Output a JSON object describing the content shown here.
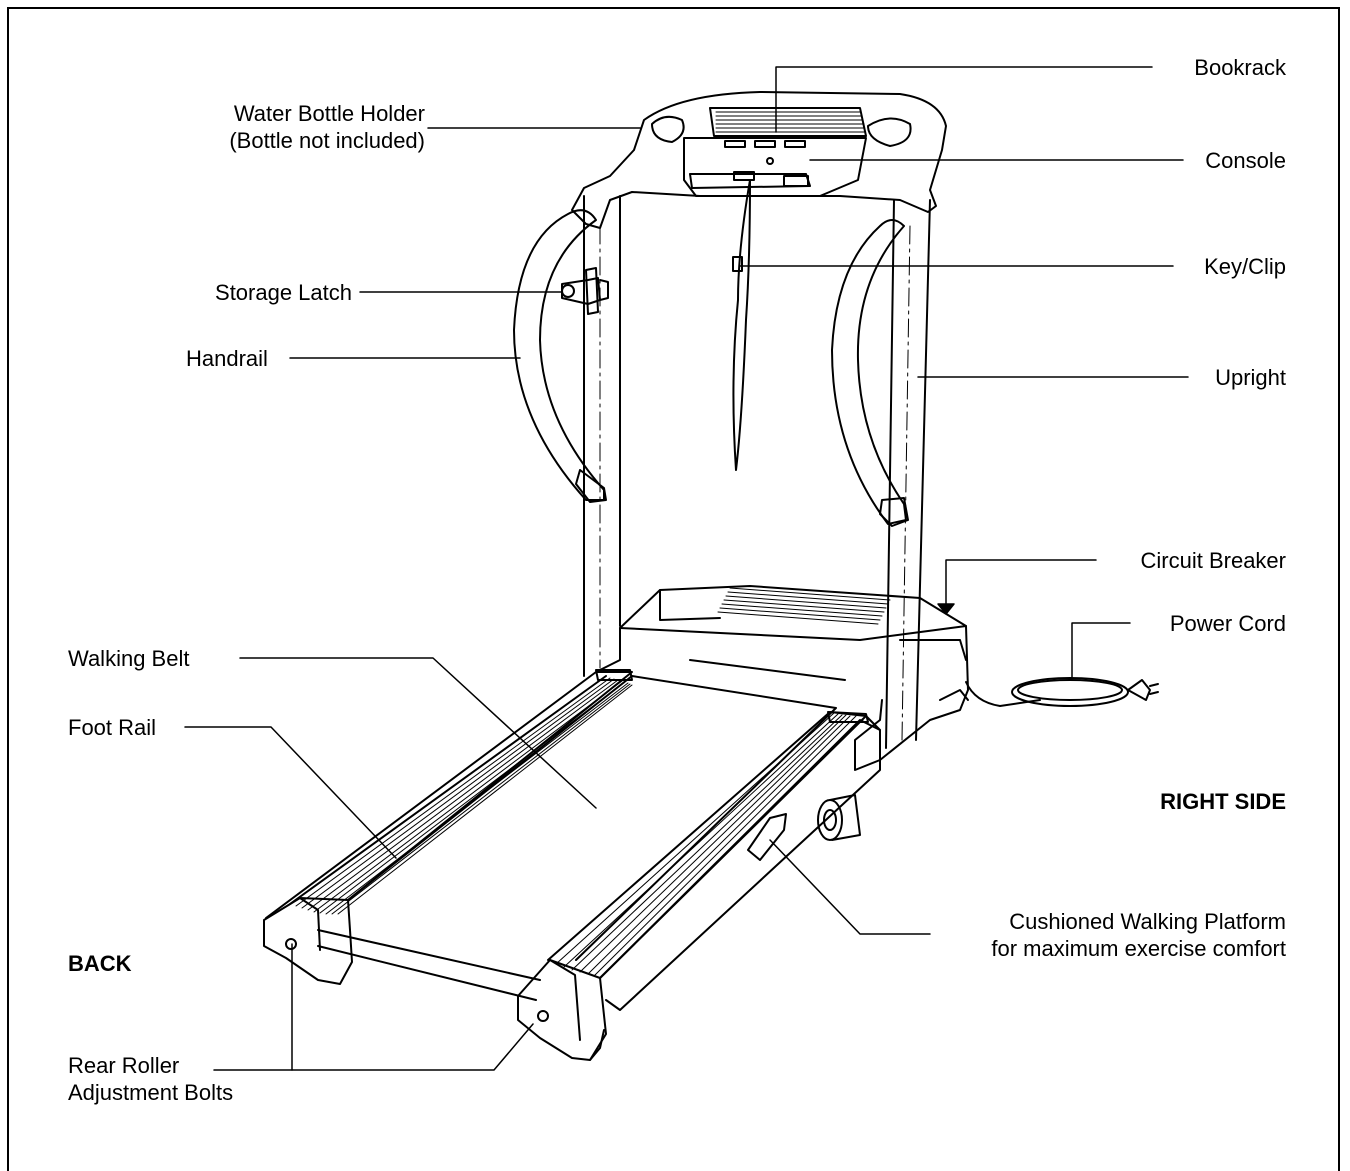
{
  "labels": {
    "water_bottle_holder": [
      "Water Bottle Holder",
      "(Bottle not included)"
    ],
    "storage_latch": "Storage Latch",
    "handrail": "Handrail",
    "walking_belt": "Walking Belt",
    "foot_rail": "Foot Rail",
    "back": "BACK",
    "rear_roller": [
      "Rear Roller",
      "Adjustment Bolts"
    ],
    "bookrack": "Bookrack",
    "console": "Console",
    "key_clip": "Key/Clip",
    "upright": "Upright",
    "circuit_breaker": "Circuit Breaker",
    "power_cord": "Power Cord",
    "right_side": "RIGHT SIDE",
    "cushioned_platform": [
      "Cushioned Walking Platform",
      "for maximum exercise comfort"
    ]
  }
}
